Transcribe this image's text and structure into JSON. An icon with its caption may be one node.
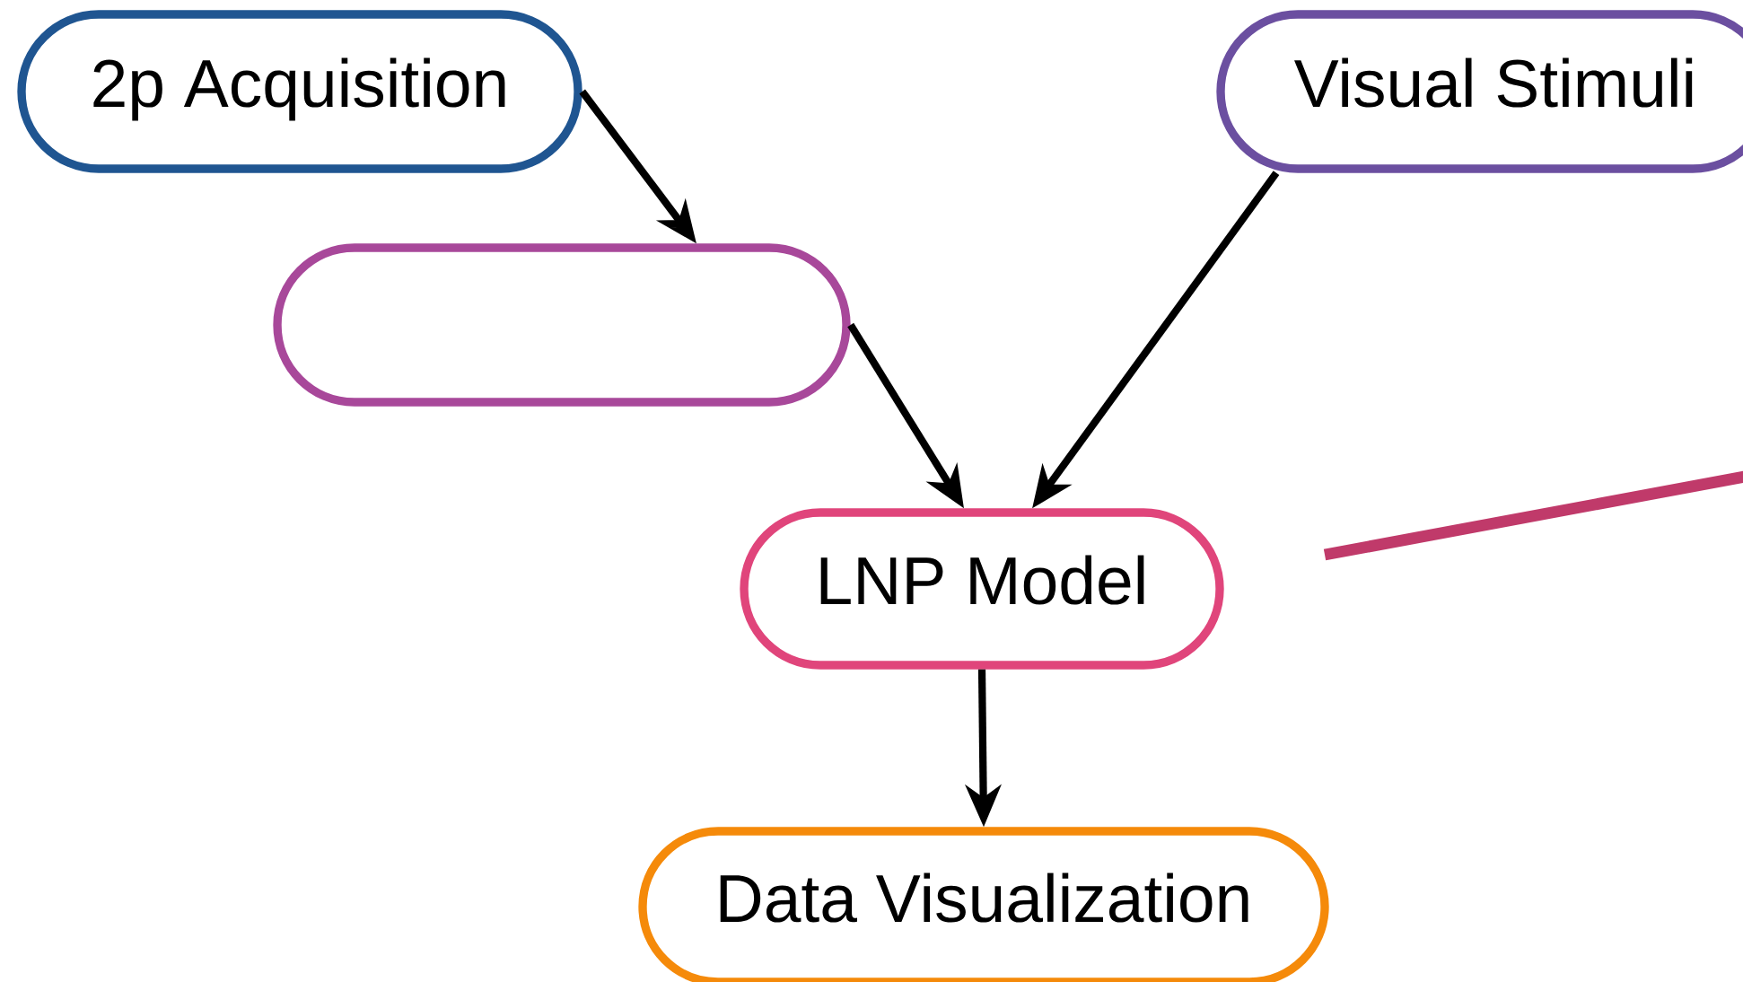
{
  "diagram": {
    "nodes": [
      {
        "text": [
          "2p Acquisition"
        ]
      },
      {
        "text": [],
        "shape": "box"
      },
      {
        "text": [
          "Visual Stimuli"
        ]
      },
      {
        "text": [
          "LNP Model"
        ]
      },
      {
        "text": [
          "Data Visualization"
        ]
      }
    ],
    "edges": [
      {
        "from": 0,
        "to": 1,
        "arrow": "to"
      },
      {
        "from": 1,
        "to": 3,
        "arrow": "to"
      },
      {
        "from": 2,
        "to": 3,
        "arrow": "to"
      },
      {
        "from": 3,
        "to": 4,
        "arrow": "to"
      }
    ]
  }
}
